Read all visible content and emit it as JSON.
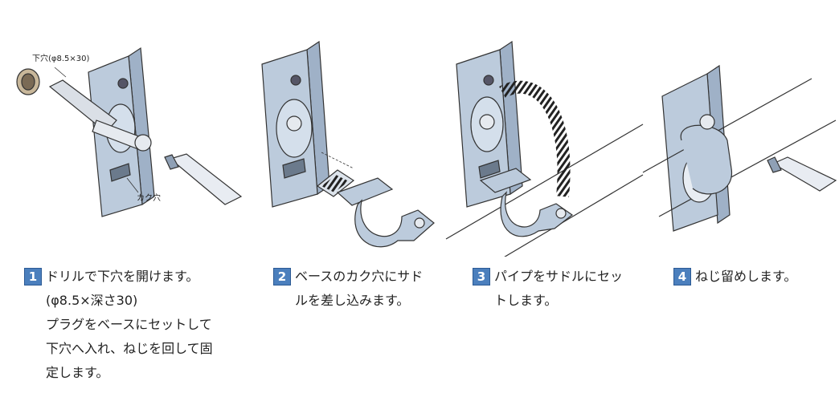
{
  "callouts": {
    "pilot_hole": "下穴(φ8.5×30)",
    "square_hole": "カク穴"
  },
  "steps": [
    {
      "number": "1",
      "text": "ドリルで下穴を開けます。\n(φ8.5×深さ30)\nプラグをベースにセットして\n下穴へ入れ、ねじを回して固\n定します。"
    },
    {
      "number": "2",
      "text": "ベースのカク穴にサド\nルを差し込みます。"
    },
    {
      "number": "3",
      "text": "パイプをサドルにセッ\nトします。"
    },
    {
      "number": "4",
      "text": "ねじ留めします。"
    }
  ],
  "colors": {
    "metal": "#bccbdc",
    "badge": "#4b7fbd",
    "outline": "#333333"
  }
}
